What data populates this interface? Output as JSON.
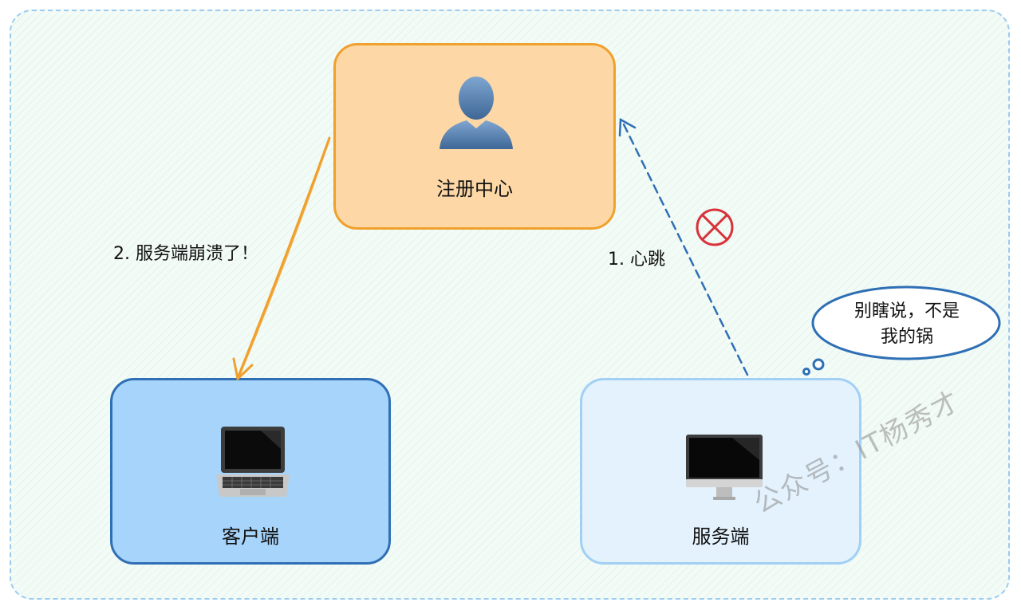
{
  "nodes": {
    "registry": {
      "label": "注册中心",
      "icon": "person-silhouette-icon"
    },
    "client": {
      "label": "客户端",
      "icon": "laptop-icon"
    },
    "server": {
      "label": "服务端",
      "icon": "desktop-monitor-icon"
    }
  },
  "edges": {
    "heartbeat": {
      "label": "1. 心跳",
      "status_icon": "red-cross-circle-icon"
    },
    "crash_notice": {
      "label": "2. 服务端崩溃了！"
    }
  },
  "thought_bubble": {
    "text": "别瞎说，不是我的锅"
  },
  "watermark": {
    "text": "公众号：IT杨秀才"
  },
  "colors": {
    "registry_fill": "#fdd8a6",
    "registry_border": "#f0a02c",
    "client_fill": "#a6d4fb",
    "client_border": "#2f6fb5",
    "server_fill": "#e3f2fd",
    "server_border": "#a2d0f4",
    "heartbeat_arrow": "#2f6fb5",
    "crash_arrow": "#f0a02c",
    "error_mark": "#d9333a"
  }
}
